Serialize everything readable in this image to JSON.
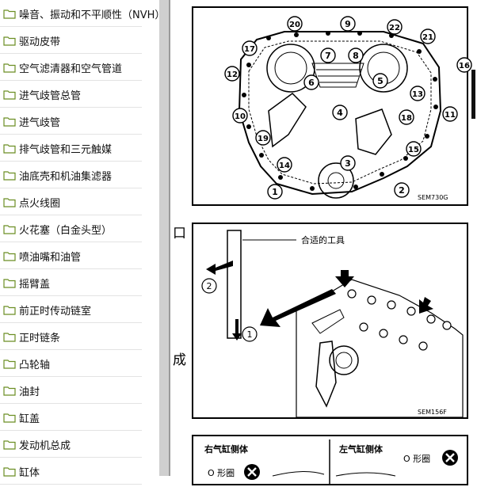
{
  "sidebar": {
    "items": [
      {
        "label": "噪音、振动和不平顺性（NVH）"
      },
      {
        "label": "驱动皮带"
      },
      {
        "label": "空气滤清器和空气管道"
      },
      {
        "label": "进气歧管总管"
      },
      {
        "label": "进气歧管"
      },
      {
        "label": "排气歧管和三元触媒"
      },
      {
        "label": "油底壳和机油集滤器"
      },
      {
        "label": "点火线圈"
      },
      {
        "label": "火花塞（白金头型）"
      },
      {
        "label": "喷油嘴和油管"
      },
      {
        "label": "摇臂盖"
      },
      {
        "label": "前正时传动链室"
      },
      {
        "label": "正时链条"
      },
      {
        "label": "凸轮轴"
      },
      {
        "label": "油封"
      },
      {
        "label": "缸盖"
      },
      {
        "label": "发动机总成"
      },
      {
        "label": "缸体"
      }
    ]
  },
  "content": {
    "side_chars": [
      "口",
      "成"
    ],
    "figure1": {
      "caption": "SEM730G",
      "numbers": [
        "1",
        "2",
        "3",
        "4",
        "5",
        "6",
        "7",
        "8",
        "9",
        "10",
        "11",
        "12",
        "13",
        "14",
        "15",
        "16",
        "17",
        "18",
        "19",
        "20",
        "21",
        "22"
      ]
    },
    "figure2": {
      "caption": "SEM156F",
      "tool_label": "合适的工具",
      "step_labels": [
        "1",
        "2"
      ]
    },
    "figure3": {
      "right_bank": "右气缸侧体",
      "left_bank": "左气缸侧体",
      "o_ring_left": "O 形圈",
      "o_ring_right": "O 形圈"
    }
  }
}
